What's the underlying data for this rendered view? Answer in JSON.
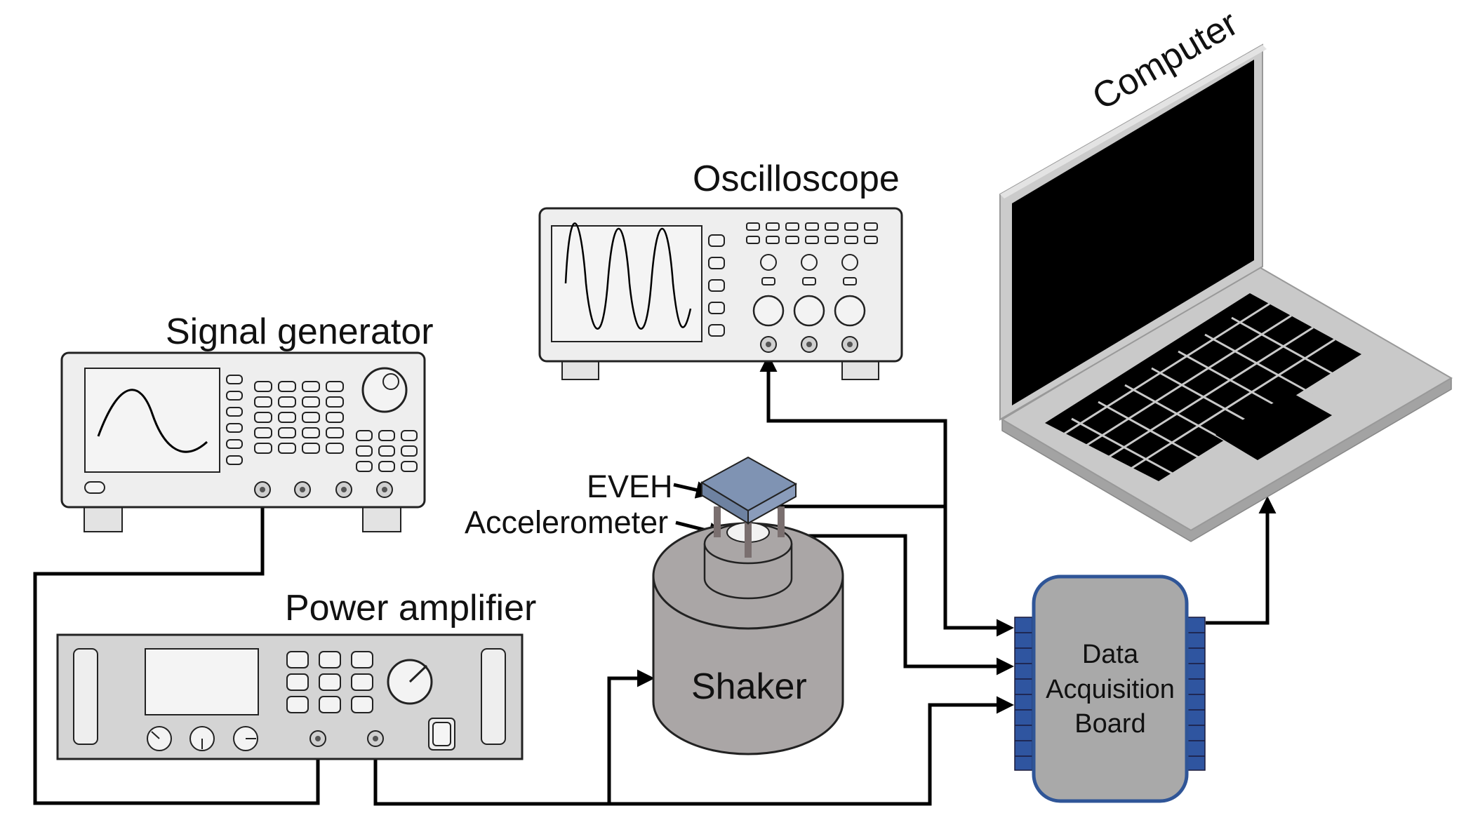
{
  "labels": {
    "signal_generator": "Signal generator",
    "oscilloscope": "Oscilloscope",
    "computer": "Computer",
    "power_amplifier": "Power amplifier",
    "eveh": "EVEH",
    "accelerometer": "Accelerometer",
    "shaker": "Shaker",
    "daq_line1": "Data",
    "daq_line2": "Acquisition",
    "daq_line3": "Board"
  },
  "colors": {
    "device_fill": "#eeeeee",
    "screen_fill": "#000000",
    "laptop_body": "#c9c9c9",
    "shaker_fill": "#aaa6a6",
    "eveh_plate": "#7f93b3",
    "daq_fill": "#a9a9a9",
    "daq_border": "#2f5597",
    "daq_pins": "#2f55a0"
  }
}
